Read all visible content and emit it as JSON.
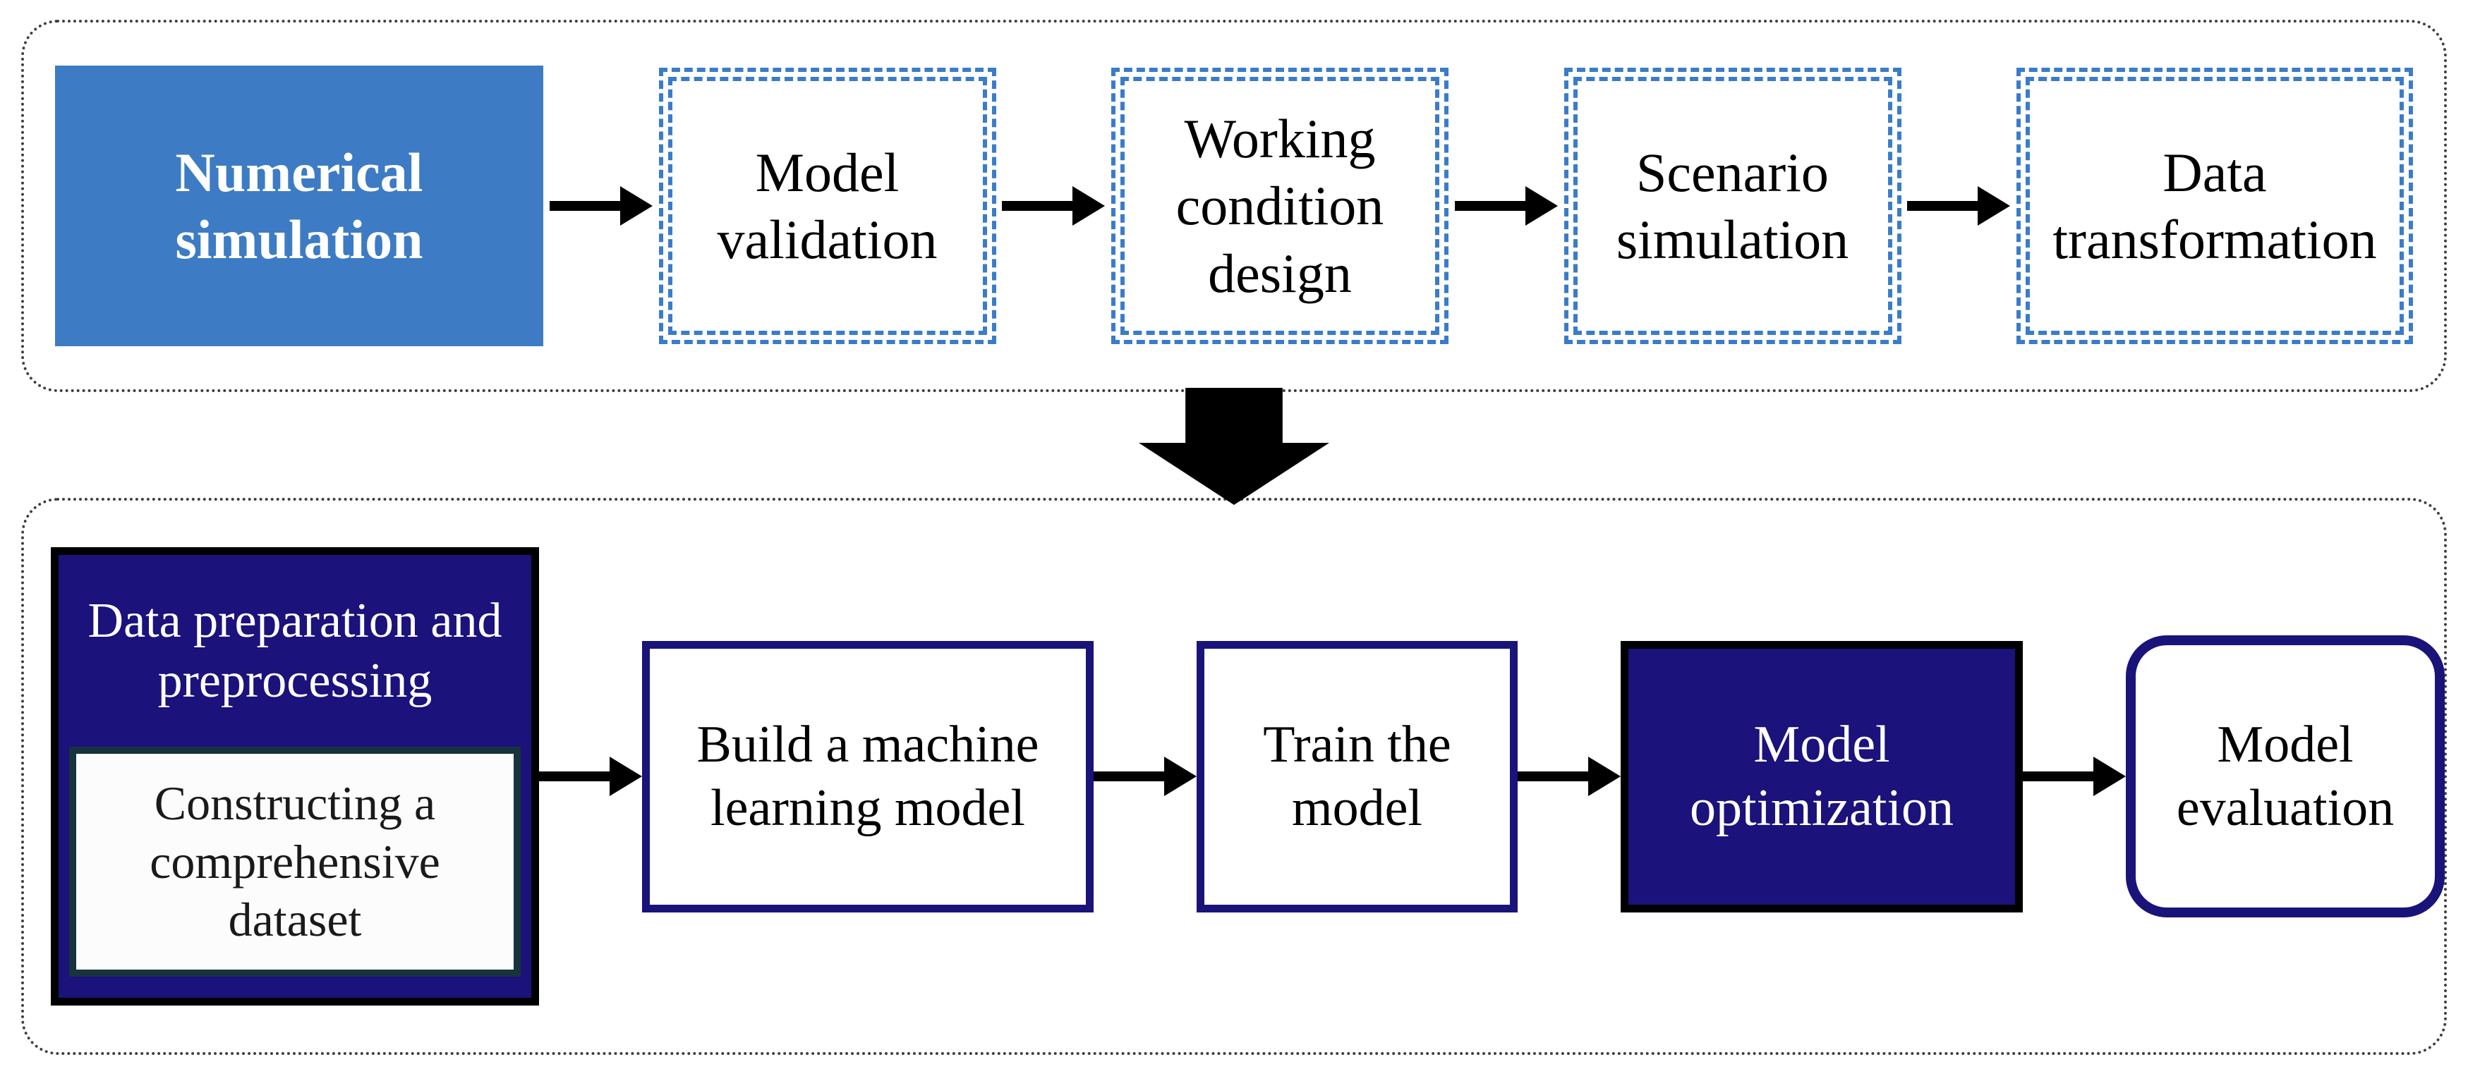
{
  "figure": {
    "type": "flowchart",
    "top_row": {
      "boxes": [
        {
          "label": "Numerical simulation",
          "style": "solid-blue"
        },
        {
          "label": "Model validation",
          "style": "double-dashed"
        },
        {
          "label": "Working condition design",
          "style": "double-dashed"
        },
        {
          "label": "Scenario simulation",
          "style": "double-dashed"
        },
        {
          "label": "Data transformation",
          "style": "double-dashed"
        }
      ]
    },
    "connector": {
      "between_stages": "down-arrow",
      "between_boxes": "right-arrow"
    },
    "bottom_row": {
      "composite_box": {
        "header": "Data preparation and preprocessing",
        "inner": "Constructing a comprehensive dataset"
      },
      "boxes": [
        {
          "label": "Build a machine learning model",
          "style": "navy-border"
        },
        {
          "label": "Train the model",
          "style": "navy-border"
        },
        {
          "label": "Model optimization",
          "style": "navy-fill"
        },
        {
          "label": "Model evaluation",
          "style": "rounded-navy-border"
        }
      ]
    },
    "colors": {
      "solid_blue": "#3d7cc4",
      "dashed_blue": "#3a7cc9",
      "navy_fill": "#1b127b",
      "navy_border": "#1a1379",
      "inner_box_border": "#17333c",
      "arrow_black": "#000000",
      "container_dotted_gray": "#3f3f3f",
      "text_black": "#000000",
      "text_white": "#ffffff"
    }
  }
}
